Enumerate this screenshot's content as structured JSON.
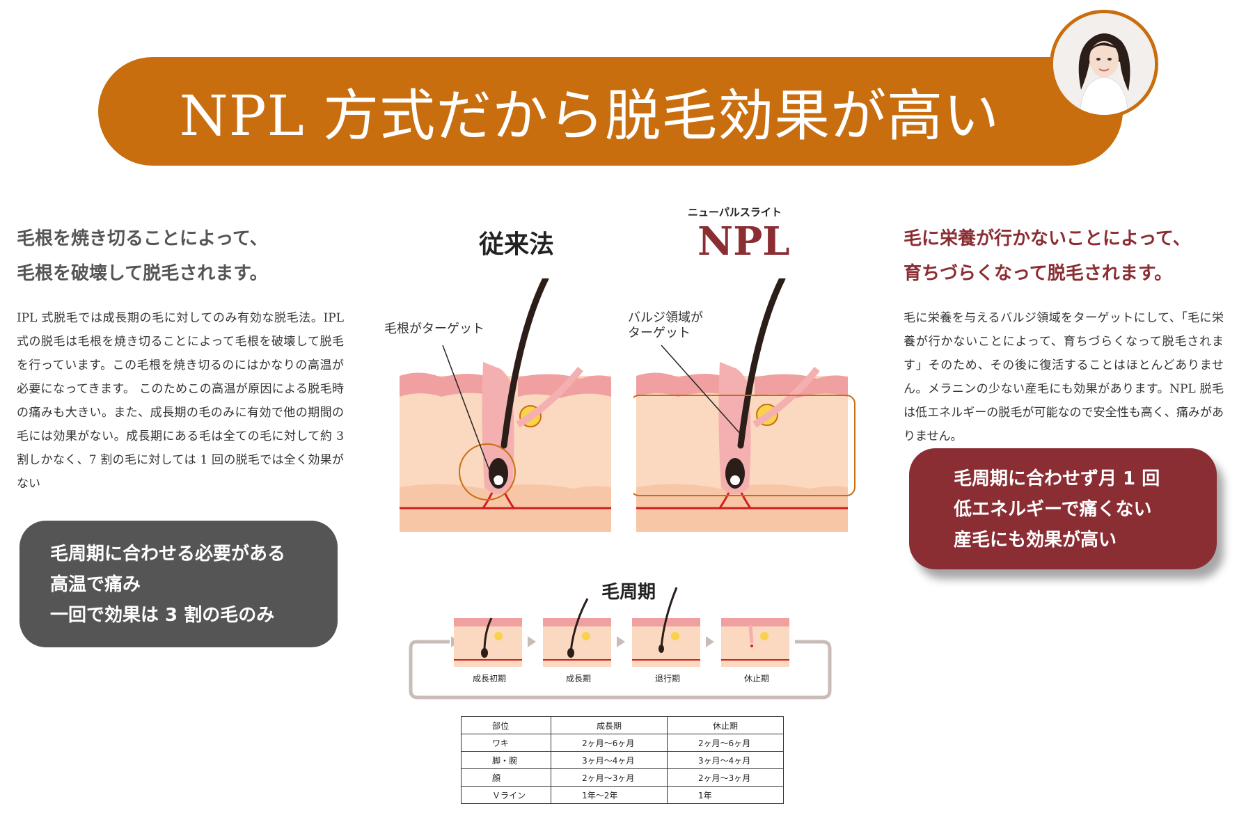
{
  "banner": {
    "title": "NPL 方式だから脱毛効果が高い"
  },
  "left": {
    "heading_line1": "毛根を焼き切ることによって、",
    "heading_line2": "毛根を破壊して脱毛されます。",
    "body": "IPL 式脱毛では成長期の毛に対してのみ有効な脱毛法。IPL 式の脱毛は毛根を焼き切ることによって毛根を破壊して脱毛を行っています。この毛根を焼き切るのにはかなりの高温が必要になってきます。 このためこの高温が原因による脱毛時の痛みも大きい。また、成長期の毛のみに有効で他の期間の毛には効果がない。成長期にある毛は全ての毛に対して約 3 割しかなく、7 割の毛に対しては 1 回の脱毛では全く効果がない",
    "pill": [
      "毛周期に合わせる必要がある",
      "高温で痛み",
      "一回で効果は 3 割の毛のみ"
    ]
  },
  "right": {
    "heading_line1": "毛に栄養が行かないことによって、",
    "heading_line2": "育ちづらくなって脱毛されます。",
    "body": "毛に栄養を与えるバルジ領域をターゲットにして、「毛に栄養が行かないことによって、育ちづらくなって脱毛されます」そのため、その後に復活することはほとんどありません。メラニンの少ない産毛にも効果があります。NPL 脱毛は低エネルギーの脱毛が可能なので安全性も高く、痛みがありません。",
    "pill": [
      "毛周期に合わせず月 1 回",
      "低エネルギーで痛くない",
      "産毛にも効果が高い"
    ]
  },
  "diagram": {
    "conventional_title": "従来法",
    "npl_ruby": "ニューパルスライト",
    "npl_title": "NPL",
    "conventional_target": "毛根がターゲット",
    "npl_target_line1": "バルジ領域が",
    "npl_target_line2": "ターゲット"
  },
  "cycle": {
    "title": "毛周期",
    "stages": [
      "成長初期",
      "成長期",
      "退行期",
      "休止期"
    ]
  },
  "table": {
    "headers": [
      "部位",
      "成長期",
      "休止期"
    ],
    "rows": [
      [
        "ワキ",
        "2ヶ月〜6ヶ月",
        "2ヶ月〜6ヶ月"
      ],
      [
        "脚・腕",
        "3ヶ月〜4ヶ月",
        "3ヶ月〜4ヶ月"
      ],
      [
        "顔",
        "2ヶ月〜3ヶ月",
        "2ヶ月〜3ヶ月"
      ],
      [
        "Ｖライン",
        "1年〜2年",
        "1年"
      ]
    ]
  },
  "colors": {
    "banner": "#c86e0f",
    "npl_red": "#8a2e34",
    "gray_pill": "#555555",
    "skin_top": "#f0a0a0",
    "skin_body": "#fbd8c0",
    "blood_line": "#d0201e"
  }
}
